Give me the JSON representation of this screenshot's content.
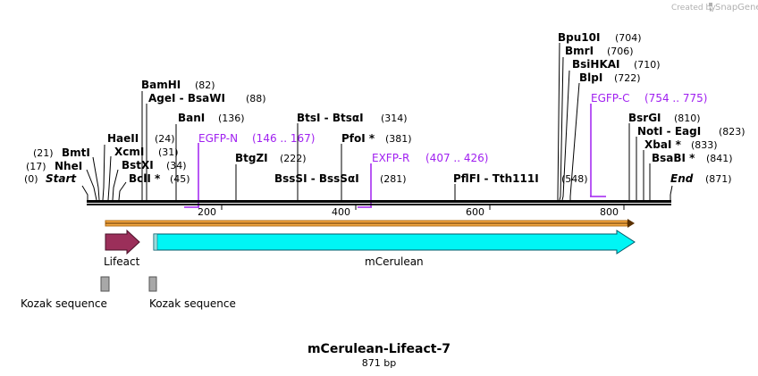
{
  "credit": {
    "prefix": "Created by",
    "brand": "SnapGene"
  },
  "map": {
    "title": "mCerulean-Lifeact-7",
    "length_label": "871 bp",
    "start_label": "Start",
    "start_pos": "(0)",
    "end_label": "End",
    "end_pos": "(871)",
    "ticks": [
      "200",
      "400",
      "600",
      "800"
    ]
  },
  "sites": [
    {
      "name": "NheI",
      "pos": "(17)"
    },
    {
      "name": "BmtI",
      "pos": "(21)"
    },
    {
      "name": "BclI *",
      "pos": "(45)"
    },
    {
      "name": "BstXI",
      "pos": "(34)"
    },
    {
      "name": "XcmI",
      "pos": "(31)"
    },
    {
      "name": "HaeII",
      "pos": "(24)"
    },
    {
      "name": "BanI",
      "pos": "(136)"
    },
    {
      "name": "AgeI  -  BsaWI",
      "pos": "(88)"
    },
    {
      "name": "BamHI",
      "pos": "(82)"
    },
    {
      "name": "BtgZI",
      "pos": "(222)"
    },
    {
      "name": "BssSI  -  BssSαI",
      "pos": "(281)"
    },
    {
      "name": "BtsI  -  BtsαI",
      "pos": "(314)"
    },
    {
      "name": "PfoI *",
      "pos": "(381)"
    },
    {
      "name": "PflFI  -  Tth111I",
      "pos": "(548)"
    },
    {
      "name": "Bpu10I",
      "pos": "(704)"
    },
    {
      "name": "BmrI",
      "pos": "(706)"
    },
    {
      "name": "BsiHKAI",
      "pos": "(710)"
    },
    {
      "name": "BlpI",
      "pos": "(722)"
    },
    {
      "name": "BsrGI",
      "pos": "(810)"
    },
    {
      "name": "NotI  -  EagI",
      "pos": "(823)"
    },
    {
      "name": "XbaI *",
      "pos": "(833)"
    },
    {
      "name": "BsaBI *",
      "pos": "(841)"
    }
  ],
  "primers": [
    {
      "name": "EGFP-N",
      "range": "(146 .. 167)"
    },
    {
      "name": "EXFP-R",
      "range": "(407 .. 426)"
    },
    {
      "name": "EGFP-C",
      "range": "(754 .. 775)"
    }
  ],
  "features": {
    "lifeact": "Lifeact",
    "mcerulean": "mCerulean",
    "kozak1": "Kozak sequence",
    "kozak2": "Kozak sequence"
  },
  "colors": {
    "lifeact": "#9b2f5a",
    "mcerulean": "#00f5f5",
    "orf": "#f4a742",
    "primer": "#a020f0",
    "kozak": "#a8a8a8"
  }
}
